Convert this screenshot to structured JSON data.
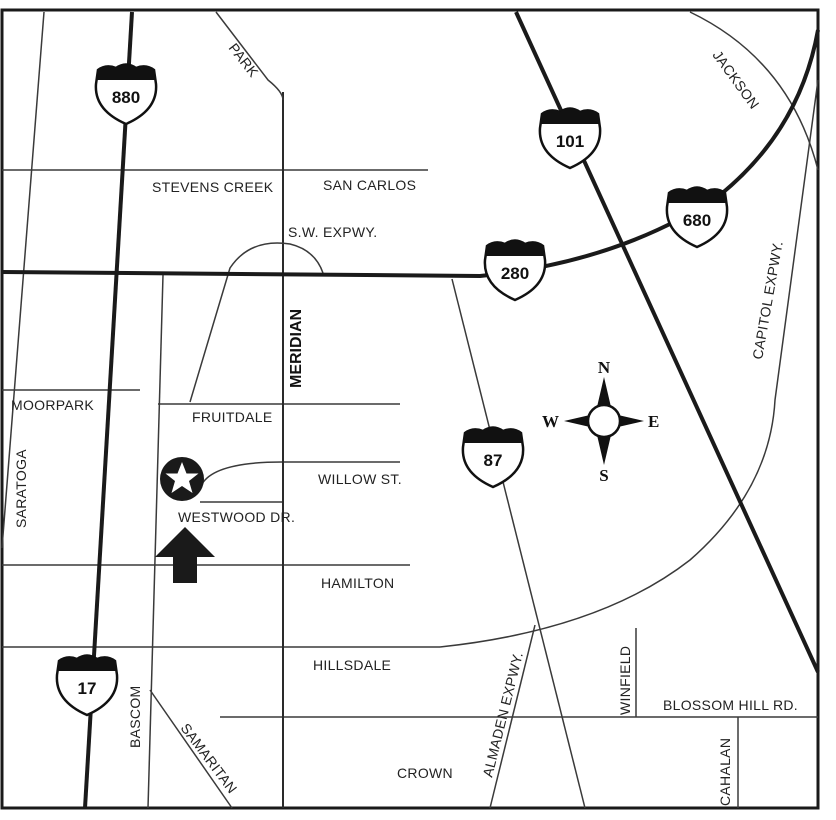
{
  "streets": {
    "park": "PARK",
    "jackson": "JACKSON",
    "stevens_creek": "STEVENS CREEK",
    "san_carlos": "SAN CARLOS",
    "sw_expwy": "S.W. EXPWY.",
    "capitol_expwy": "CAPITOL EXPWY.",
    "meridian": "MERIDIAN",
    "moorpark": "MOORPARK",
    "fruitdale": "FRUITDALE",
    "saratoga": "SARATOGA",
    "willow": "WILLOW ST.",
    "westwood": "WESTWOOD DR.",
    "hamilton": "HAMILTON",
    "hillsdale": "HILLSDALE",
    "winfield": "WINFIELD",
    "blossom_hill": "BLOSSOM HILL RD.",
    "almaden_expwy": "ALMADEN EXPWY.",
    "bascom": "BASCOM",
    "samaritan": "SAMARITAN",
    "crown": "CROWN",
    "cahalan": "CAHALAN"
  },
  "freeways": {
    "i880": "880",
    "i101": "101",
    "i680": "680",
    "i280": "280",
    "i87": "87",
    "i17": "17"
  },
  "compass": {
    "n": "N",
    "s": "S",
    "e": "E",
    "w": "W"
  },
  "colors": {
    "ink": "#1a1a1a",
    "paper": "#ffffff"
  }
}
